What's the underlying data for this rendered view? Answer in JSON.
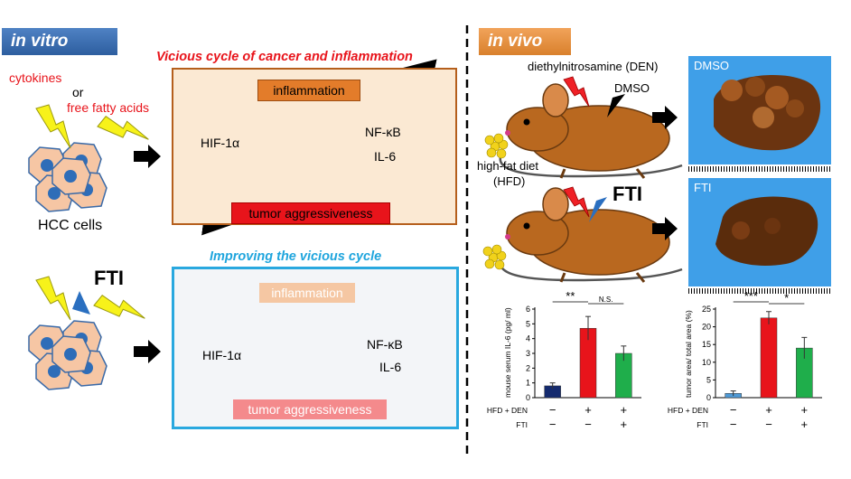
{
  "in_vitro": {
    "tag": "in vitro",
    "cytokines": "cytokines",
    "or": "or",
    "free_fatty_acids": "free fatty acids",
    "hcc_cells": "HCC cells",
    "fti": "FTI"
  },
  "vicious": {
    "title": "Vicious cycle of cancer and inflammation",
    "inflammation": "inflammation",
    "tumor": "tumor aggressiveness",
    "hif": "HIF-1α",
    "nfkb": "NF-κB",
    "il6": "IL-6"
  },
  "improving": {
    "title": "Improving the vicious cycle",
    "inflammation": "inflammation",
    "tumor": "tumor aggressiveness",
    "hif": "HIF-1α",
    "nfkb": "NF-κB",
    "il6": "IL-6"
  },
  "in_vivo": {
    "tag": "in vivo",
    "den": "diethylnitrosamine (DEN)",
    "dmso": "DMSO",
    "hfd_line1": "high-fat diet",
    "hfd_line2": "(HFD)",
    "fti": "FTI",
    "photo1_label": "DMSO",
    "photo2_label": "FTI"
  },
  "colors": {
    "navy": "#142a6e",
    "red": "#e8141b",
    "green": "#1fae4b",
    "blue_accent": "#29a8df",
    "orange": "#e37c2a"
  },
  "chart_data": [
    {
      "type": "bar",
      "ylabel": "mouse serum IL-6 (pg/ ml)",
      "ylim": [
        0,
        6
      ],
      "yticks": [
        "0",
        "1",
        "2",
        "3",
        "4",
        "5",
        "6"
      ],
      "values": [
        0.8,
        4.7,
        3.0
      ],
      "errors": [
        0.2,
        0.8,
        0.5
      ],
      "bar_colors": [
        "#142a6e",
        "#e8141b",
        "#1fae4b"
      ],
      "rows": [
        {
          "label": "HFD + DEN",
          "marks": [
            "−",
            "+",
            "+"
          ]
        },
        {
          "label": "FTI",
          "marks": [
            "−",
            "−",
            "+"
          ]
        }
      ],
      "significance": [
        {
          "from": 0,
          "to": 1,
          "text": "**"
        },
        {
          "from": 1,
          "to": 2,
          "text": "N.S."
        }
      ]
    },
    {
      "type": "bar",
      "ylabel": "tumor area/ total area (%)",
      "ylim": [
        0,
        25
      ],
      "yticks": [
        "0",
        "5",
        "10",
        "15",
        "20",
        "25"
      ],
      "values": [
        1.2,
        22.5,
        14.0
      ],
      "errors": [
        0.7,
        1.8,
        3.0
      ],
      "bar_colors": [
        "#4f9ad6",
        "#e8141b",
        "#1fae4b"
      ],
      "rows": [
        {
          "label": "HFD + DEN",
          "marks": [
            "−",
            "+",
            "+"
          ]
        },
        {
          "label": "FTI",
          "marks": [
            "−",
            "−",
            "+"
          ]
        }
      ],
      "significance": [
        {
          "from": 0,
          "to": 1,
          "text": "***"
        },
        {
          "from": 1,
          "to": 2,
          "text": "*"
        }
      ]
    }
  ]
}
